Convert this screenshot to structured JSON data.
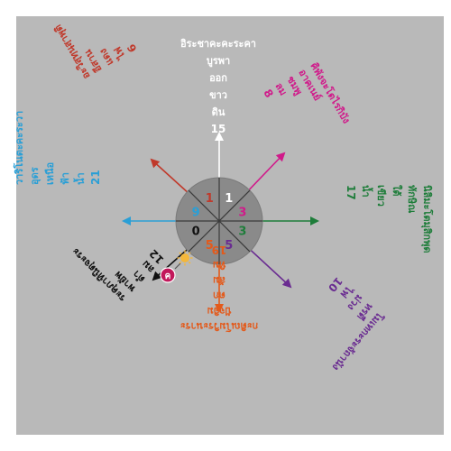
{
  "background_color": "#b9b9b9",
  "hub": {
    "fill": "#8a8a8a",
    "divider_color": "#3a3a3a",
    "segments": [
      {
        "label": "1",
        "color": "#c0392b"
      },
      {
        "label": "1",
        "color": "#ffffff"
      },
      {
        "label": "3",
        "color": "#d01a8a"
      },
      {
        "label": "3",
        "color": "#1e7d3a"
      },
      {
        "label": "5",
        "color": "#6a2c91"
      },
      {
        "label": "5",
        "color": "#e35a1b"
      },
      {
        "label": "0",
        "color": "#111111"
      },
      {
        "label": "9",
        "color": "#2a9fd6"
      }
    ]
  },
  "directions": [
    {
      "key": "north",
      "color": "#ffffff",
      "lines": [
        "อิระชาคะคะระคา",
        "บูรพา",
        "ออก",
        "ขาว",
        "ดิน",
        "15"
      ]
    },
    {
      "key": "northeast",
      "color": "#d01a8a",
      "lines": [
        "คิพังจะโตไรกิบัง",
        "อาคเนย์",
        "ชมพู",
        "ลม",
        "8"
      ]
    },
    {
      "key": "east",
      "color": "#1e7d3a",
      "lines": [
        "นิลิมะโตมุสิกพุด",
        "ทักษิณ",
        "ใต้",
        "เขียว",
        "น้ำ",
        "17"
      ]
    },
    {
      "key": "southeast",
      "color": "#6a2c91",
      "lines": [
        "โมเทกะระจัถานัง",
        "หรดี",
        "ม่วง",
        "ไฟ",
        "10"
      ]
    },
    {
      "key": "south",
      "color": "#e35a1b",
      "lines": [
        "กะติณโมวิระนาระ",
        "ปัจจิม",
        "ตก",
        "ส้ม",
        "ทิม",
        "19"
      ]
    },
    {
      "key": "southwest",
      "color": "#111111",
      "lines": [
        "ระคุภาทินิตุจะระ",
        "พายัพ",
        "ดำ",
        "ลม",
        "12"
      ]
    },
    {
      "key": "west",
      "color": "#2a9fd6",
      "lines": [
        "วาริโนตะคะระวา",
        "อุดร",
        "เหนือ",
        "ฟ้า",
        "น้ำ",
        "21"
      ]
    },
    {
      "key": "northwest",
      "color": "#c0392b",
      "lines": [
        "อะวิสุทฺนฺสฺาพุติ",
        "อีสาน",
        "แดง",
        "ไฟ",
        "6"
      ]
    }
  ],
  "marker": {
    "label": "ค",
    "color": "#c2185b"
  },
  "sun_icon": "sun-icon"
}
